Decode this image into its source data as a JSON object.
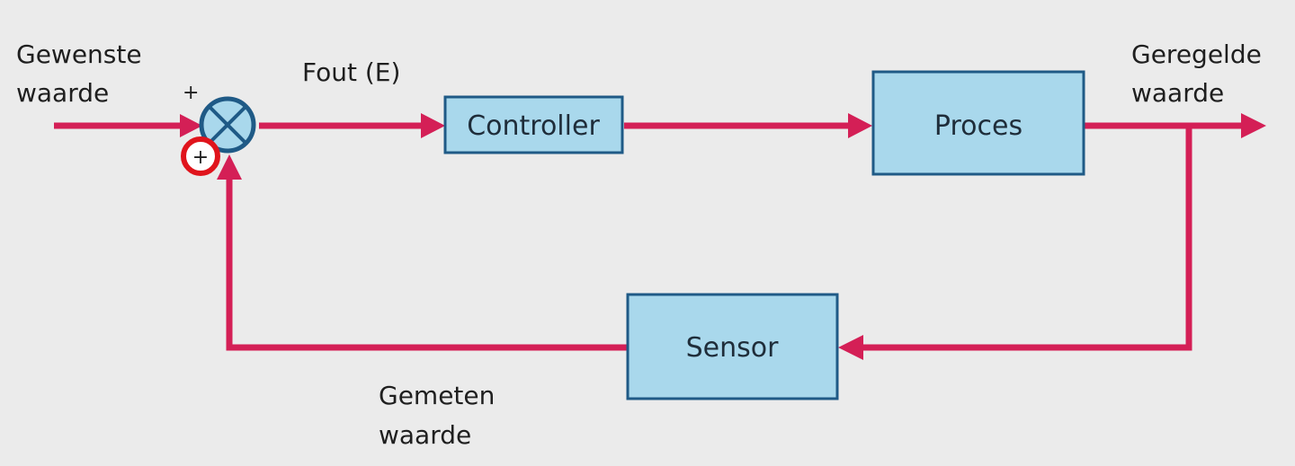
{
  "colors": {
    "background": "#ebebeb",
    "signal_line": "#d41f56",
    "block_fill": "#a9d8ec",
    "block_stroke": "#1f5a86",
    "summing_fill": "#a9d8ec",
    "summing_stroke": "#1f5a86",
    "highlight_ring": "#e0141c"
  },
  "labels": {
    "input_line1": "Gewenste",
    "input_line2": "waarde",
    "error": "Fout (E)",
    "output_line1": "Geregelde",
    "output_line2": "waarde",
    "measured_line1": "Gemeten",
    "measured_line2": "waarde"
  },
  "summing_junction": {
    "sign_top": "+",
    "sign_bottom": "+"
  },
  "blocks": {
    "controller": "Controller",
    "process": "Proces",
    "sensor": "Sensor"
  }
}
